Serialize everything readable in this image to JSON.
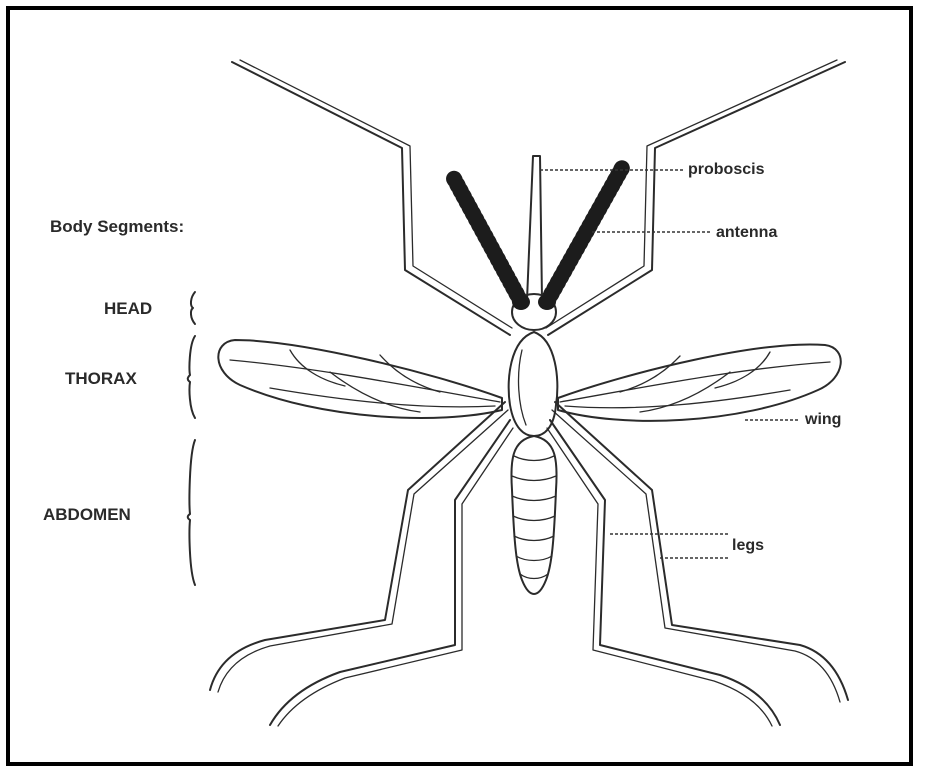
{
  "title": "Body Segments:",
  "segments": {
    "head": "HEAD",
    "thorax": "THORAX",
    "abdomen": "ABDOMEN"
  },
  "parts": {
    "proboscis": "proboscis",
    "antenna": "antenna",
    "wing": "wing",
    "legs": "legs"
  }
}
